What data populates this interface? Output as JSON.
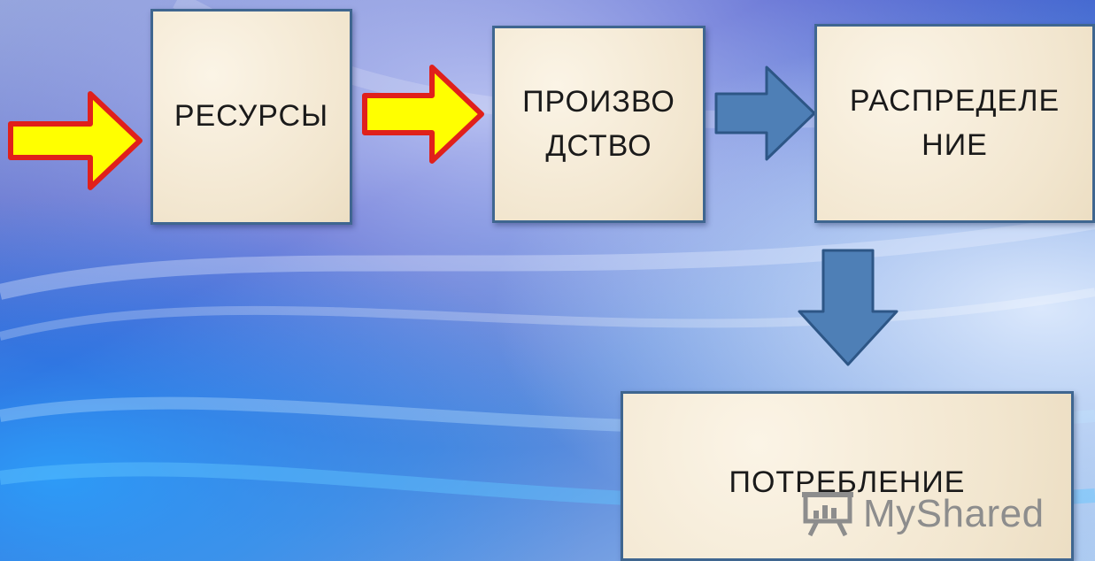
{
  "diagram": {
    "nodes": [
      {
        "id": "resources",
        "label": "РЕСУРСЫ"
      },
      {
        "id": "production",
        "label": "ПРОИЗВО\nДСТВО"
      },
      {
        "id": "distribution",
        "label": "РАСПРЕДЕЛЕ\nНИЕ"
      },
      {
        "id": "consumption",
        "label": "ПОТРЕБЛЕНИЕ"
      }
    ],
    "edges": [
      {
        "from": "",
        "to": "resources"
      },
      {
        "from": "resources",
        "to": "production"
      },
      {
        "from": "production",
        "to": "distribution"
      },
      {
        "from": "distribution",
        "to": "consumption"
      }
    ]
  },
  "colors": {
    "box_fill": "#f6ecd9",
    "box_border": "#3f6690",
    "yellow_arrow_fill": "#ffff00",
    "yellow_arrow_border": "#e0201b",
    "blue_arrow_fill": "#4e7fb6",
    "blue_arrow_border": "#2d5686"
  },
  "watermark": {
    "text": "MyShared",
    "icon": "presentation-board-icon"
  }
}
